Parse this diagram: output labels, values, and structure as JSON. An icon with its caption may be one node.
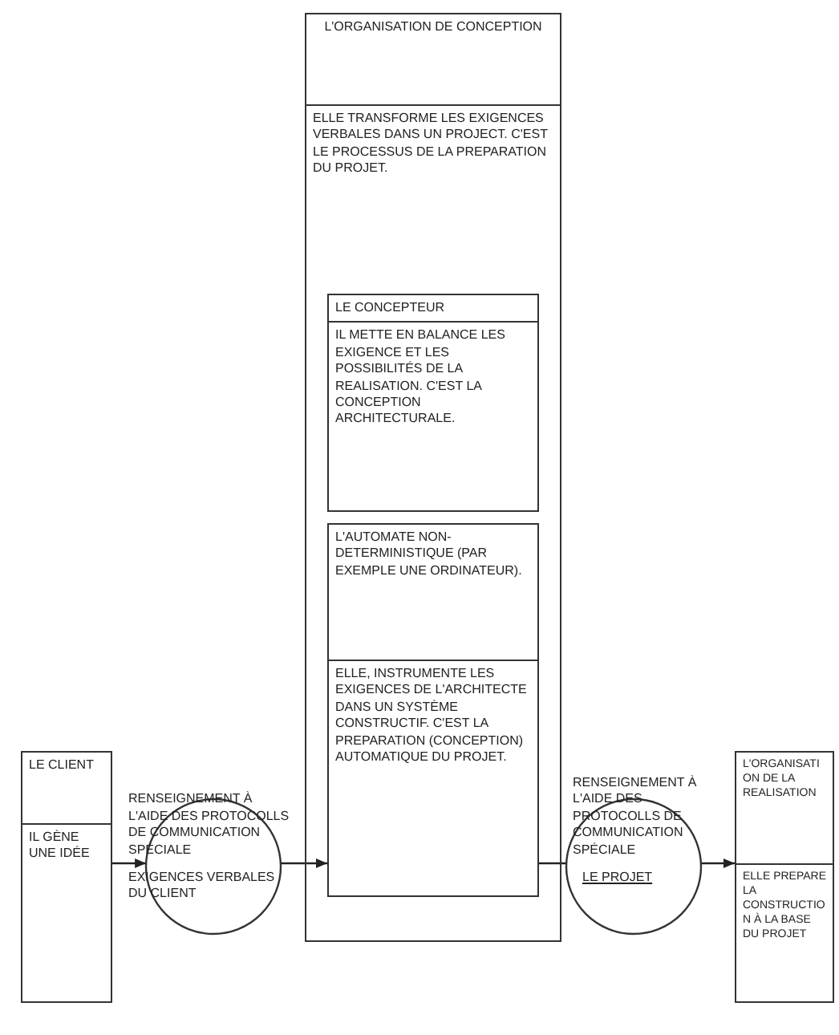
{
  "diagram": {
    "nodes": [
      {
        "text": [
          "L'ORGANISATION DE CONCEPTION",
          "ELLE TRANSFORME LES EXIGENCES VERBALES DANS UN PROJECT. C'EST LE PROCESSUS DE LA PREPARATION DU PROJET."
        ]
      },
      {
        "text": [
          "LE CONCEPTEUR",
          "IL METTE EN BALANCE LES EXIGENCE ET LES POSSIBILITÉS DE LA REALISATION. C'EST LA CONCEPTION ARCHITECTURALE."
        ],
        "in": 0
      },
      {
        "text": [
          "L'AUTOMATE NON-DETERMINISTIQUE (PAR EXEMPLE UNE ORDINATEUR).",
          "ELLE, INSTRUMENTE LES EXIGENCES DE L'ARCHITECTE DANS UN SYSTÈME CONSTRUCTIF. C'EST LA PREPARATION (CONCEPTION) AUTOMATIQUE DU PROJET."
        ],
        "in": 0
      },
      {
        "text": [
          "LE CLIENT",
          "IL GÈNE UNE IDÉE"
        ]
      },
      {
        "text": [
          "RENSEIGNEMENT À L'AIDE DES PROTOCOLLS DE COMMUNICATION SPÉCIALE",
          "EXIGENCES VERBALES DU CLIENT"
        ]
      },
      {
        "text": [
          "RENSEIGNEMENT À L'AIDE DES PROTOCOLLS DE COMMUNICATION SPÉCIALE",
          "LE PROJET"
        ]
      },
      {
        "text": [
          "L'ORGANISATION DE LA REALISATION",
          "ELLE PREPARE LA CONSTRUCTION À LA BASE DU PROJET"
        ]
      }
    ],
    "edges": [
      {
        "from": 3,
        "to": 4,
        "arrow": "to"
      },
      {
        "from": 4,
        "to": 2,
        "arrow": "to"
      },
      {
        "from": 2,
        "to": 5,
        "arrow": "none"
      },
      {
        "from": 5,
        "to": 6,
        "arrow": "to"
      }
    ]
  }
}
